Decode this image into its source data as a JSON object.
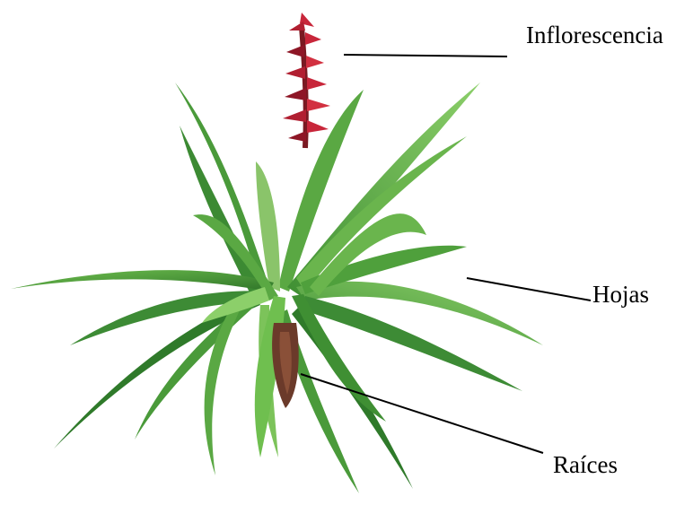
{
  "labels": {
    "inflorescencia": "Inflorescencia",
    "hojas": "Hojas",
    "raices": "Raíces"
  },
  "colors": {
    "leaf_dark": "#2f7a2a",
    "leaf_mid": "#4fa03c",
    "leaf_light": "#7cc35a",
    "flower_red": "#c8263a",
    "flower_dark": "#8e1626",
    "root_brown": "#6b3a2a",
    "leader_line": "#000000"
  }
}
